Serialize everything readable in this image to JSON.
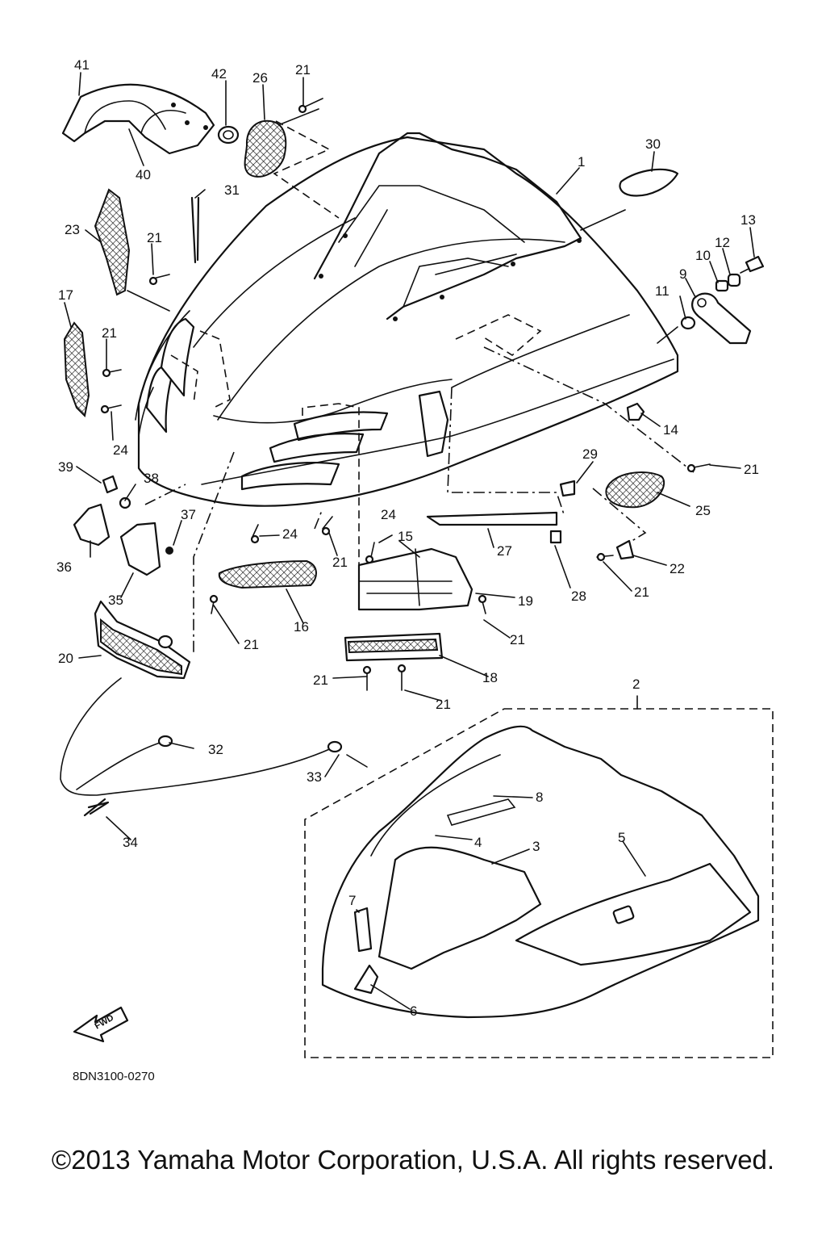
{
  "diagram": {
    "code": "8DN3100-0270",
    "fwd_label": "FWD",
    "callouts": [
      "1",
      "2",
      "3",
      "4",
      "5",
      "6",
      "7",
      "8",
      "9",
      "10",
      "11",
      "12",
      "13",
      "14",
      "15",
      "16",
      "17",
      "18",
      "19",
      "20",
      "21",
      "22",
      "23",
      "24",
      "25",
      "26",
      "27",
      "28",
      "29",
      "30",
      "31",
      "32",
      "33",
      "34",
      "35",
      "36",
      "37",
      "38",
      "39",
      "40",
      "41",
      "42"
    ]
  },
  "footer": {
    "copyright": "©2013 Yamaha Motor Corporation, U.S.A. All rights reserved."
  }
}
